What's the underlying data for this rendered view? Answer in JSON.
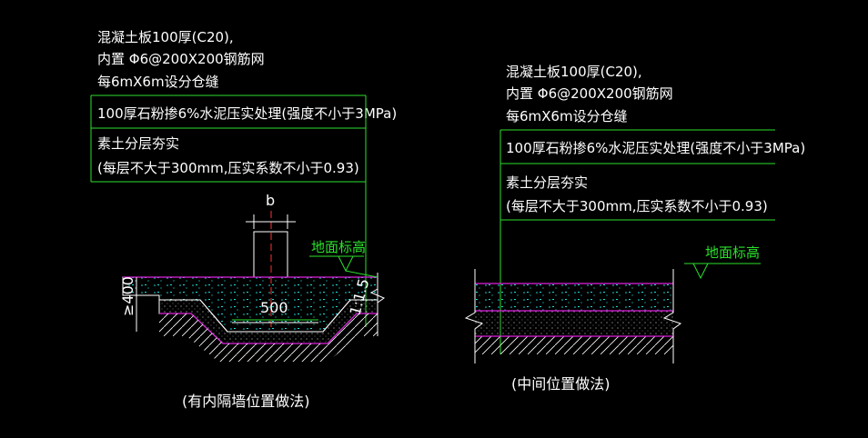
{
  "left_detail": {
    "note_line1": "混凝土板100厚(C20),",
    "note_line2": "内置 Φ6@200X200钢筋网",
    "note_line3": "每6mX6m设分仓缝",
    "layer2": "100厚石粉掺6%水泥压实处理(强度不小于3MPa)",
    "layer3_line1": "素土分层夯实",
    "layer3_line2": "(每层不大于300mm,压实系数不小于0.93)",
    "dim_b": "b",
    "dim_500": "500",
    "dim_400": "≥400",
    "dim_slope": "1:1.5",
    "ground_label": "地面标高",
    "caption": "(有内隔墙位置做法)"
  },
  "right_detail": {
    "note_line1": "混凝土板100厚(C20),",
    "note_line2": "内置 Φ6@200X200钢筋网",
    "note_line3": "每6mX6m设分仓缝",
    "layer2": "100厚石粉掺6%水泥压实处理(强度不小于3MPa)",
    "layer3_line1": "素土分层夯实",
    "layer3_line2": "(每层不大于300mm,压实系数不小于0.93)",
    "ground_label": "地面标高",
    "caption": "(中间位置做法)"
  },
  "colors": {
    "background": "#000000",
    "text": "#ffffff",
    "leader": "#2be02b",
    "layer_line": "#e020e0",
    "concrete_dots": "#20e0e0",
    "wall_axis": "#ff3030"
  }
}
